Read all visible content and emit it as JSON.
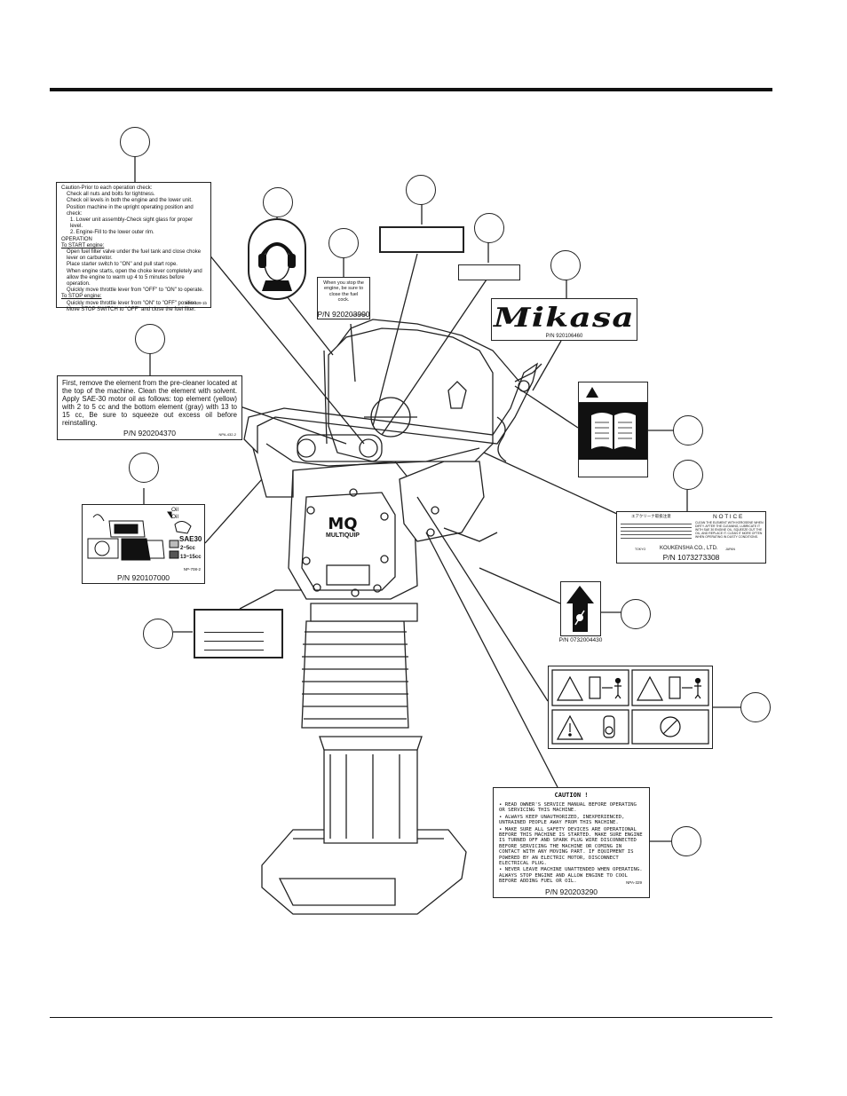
{
  "decal_operation": {
    "lines": [
      "Caution-Prior to each operation check:",
      "Check all nuts and bolts for tightness.",
      "Check oil levels in both the engine and the lower unit.",
      "Position machine in the upright operating position and check:",
      "1. Lower unit assembly-Check sight glass for proper level.",
      "2. Engine-Fill to the lower outer rim.",
      "OPERATION",
      "To START engine:",
      "Open fuel filter valve under the fuel tank and close choke",
      "lever on carburetor.",
      "Place starter switch to \"ON\" and pull start rope.",
      "When engine starts, open the choke lever completely and",
      "allow the engine to warm up 4 to 5 minutes before operation.",
      "Quickly move throttle lever from \"OFF\" to \"ON\" to operate.",
      "To STOP engine:",
      "Quickly move throttle lever from \"ON\" to \"OFF\" position.",
      "Move STOP SWITCH to \"OFF\" and close the fuel filter."
    ],
    "code": "NPA-409-1b"
  },
  "decal_fuel_cock": {
    "text": "When you stop the engine, be sure to close the fuel cock.",
    "code": "NPA-330-2",
    "pn": "P/N 920203990"
  },
  "decal_mikasa": {
    "logo": "Mikasa",
    "pn": "P/N 920106460"
  },
  "decal_air_cleaner": {
    "text": "First, remove the element from the pre-cleaner located at the top of the machine. Clean the element with solvent. Apply SAE-30 motor oil as follows: top element (yellow) with 2 to 5 cc and the bottom element (gray) with 13 to 15 cc, Be sure to squeeze out excess oil before reinstalling.",
    "code": "NPA-432-2",
    "pn": "P/N 920204370"
  },
  "decal_oil": {
    "label_oil": "Oil",
    "label_sae": "SAE30",
    "amount_top": "2~5cc",
    "amount_bottom": "13~15cc",
    "code": "NP-708-2",
    "pn": "P/N 920107000"
  },
  "decal_notice": {
    "heading_jp": "エアクリーナ取扱注意",
    "heading": "N O T I C E",
    "text": "CLEAN THE ELEMENT WITH KEROSENE WHEN DIRTY. AFTER THE CLEANING, LUBRICATE IT WITH SAE 30 ENGINE OIL, SQUEEZE OUT THE OIL, AND REPLACE IT. CLEAN IT MORE OFTEN WHEN OPERATING IN DUSTY CONDITIONS.",
    "company": "KOUKENSHA CO., LTD.",
    "tokyo": "TOKYO",
    "japan": "JAPAN",
    "pn": "P/N 1073273308"
  },
  "decal_arrow": {
    "pn": "P/N 0732004430"
  },
  "logo": {
    "brand": "MULTIQUIP",
    "mark": "MQ"
  },
  "decal_caution": {
    "title": "CAUTION !",
    "items": [
      "• READ OWNER'S SERVICE MANUAL BEFORE OPERATING OR SERVICING THIS MACHINE.",
      "• ALWAYS KEEP UNAUTHORIZED, INEXPERIENCED, UNTRAINED PEOPLE AWAY FROM THIS MACHINE.",
      "• MAKE SURE ALL SAFETY DEVICES ARE OPERATIONAL BEFORE THIS MACHINE IS STARTED. MAKE SURE ENGINE IS TURNED OFF AND SPARK PLUG WIRE DISCONNECTED BEFORE SERVICING THE MACHINE OR COMING IN CONTACT WITH ANY MOVING PART. IF EQUIPMENT IS POWERED BY AN ELECTRIC MOTOR, DISCONNECT ELECTRICAL PLUG.",
      "• NEVER LEAVE MACHINE UNATTENDED WHEN OPERATING. ALWAYS STOP ENGINE AND ALLOW ENGINE TO COOL BEFORE ADDING FUEL OR OIL."
    ],
    "code": "NPA-329",
    "pn": "P/N 920203290"
  }
}
